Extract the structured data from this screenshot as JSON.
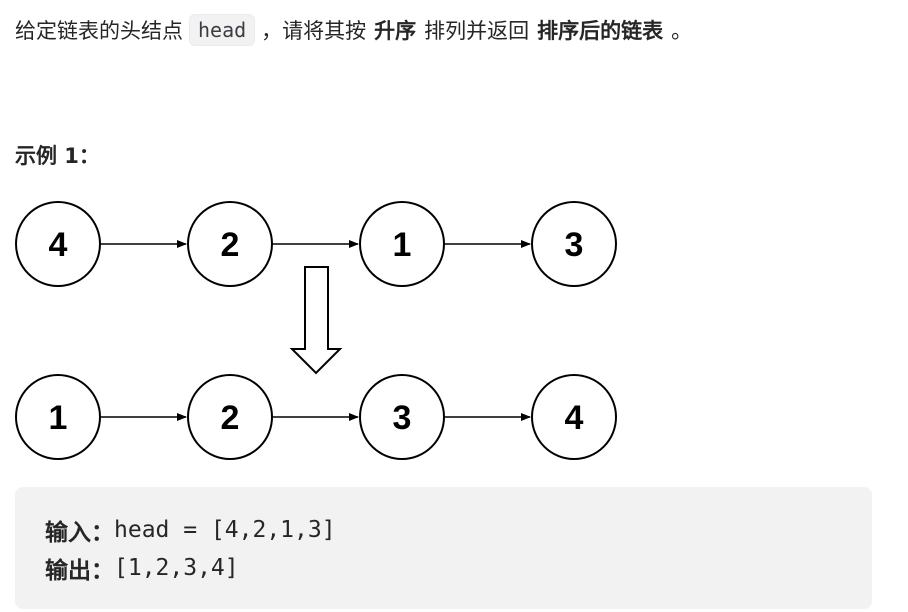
{
  "intro": {
    "part1": "给定链表的头结点",
    "code": "head",
    "part2": "，请将其按",
    "bold1": "升序",
    "part3": "排列并返回",
    "bold2": "排序后的链表",
    "part4": "。"
  },
  "example": {
    "title": "示例 1：",
    "input_list": [
      "4",
      "2",
      "1",
      "3"
    ],
    "output_list": [
      "1",
      "2",
      "3",
      "4"
    ],
    "input_label": "输入：",
    "input_value": "head = [4,2,1,3]",
    "output_label": "输出：",
    "output_value": "[1,2,3,4]"
  }
}
